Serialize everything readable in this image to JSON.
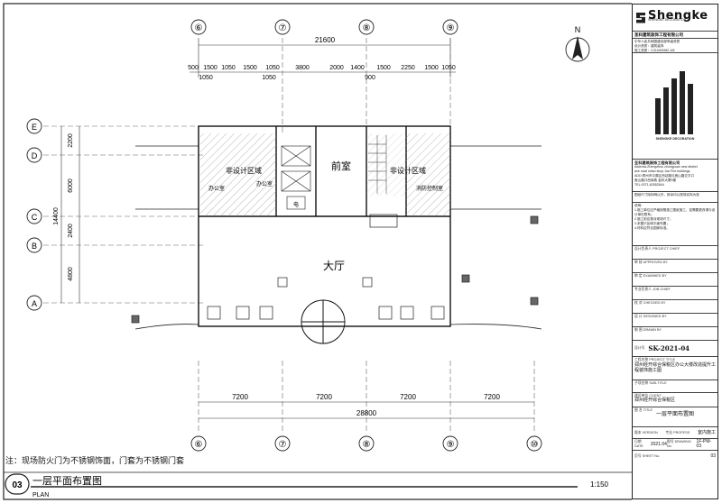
{
  "company": {
    "brand": "Shengke",
    "brand_sub": "SHENGKE DECORATION",
    "name_cn": "圣科建筑装饰工程有限公司",
    "name_en": "SHENGKE DECORATION",
    "lines": [
      "中华人民共和国建设部甲级资质",
      "设计资质：建筑装饰",
      "施工资质：C211063982-3/6"
    ],
    "address": [
      "圣科建筑装饰工程有限公司",
      "Address:Zhengzhou zhongyuan new district",
      "ave road milan shop Jiar Fire buildings",
      "ADD:郑州市中原区西站路与嵩山路交叉口",
      "嵩山路口西南角 金科大厦5楼",
      "TEL:0371-62552844"
    ],
    "remark": "图纸尺寸除标明以外，其余均以现场实际为准"
  },
  "notes_block": [
    "说明：",
    "1.施工单位应严格按照施工图纸施工，如需要更改请与设计单位联系；",
    "2.施工前应核对现场尺寸；",
    "3.本图只反映平面布置；",
    "4.材料应符合国家标准。"
  ],
  "fields": [
    {
      "label": "设计负责人 PROJECT CHIEF",
      "value": ""
    },
    {
      "label": "审 核 APPROVED BY",
      "value": ""
    },
    {
      "label": "审 定 EXAMINED BY",
      "value": ""
    },
    {
      "label": "专业负责人 JOB CHIEF",
      "value": ""
    },
    {
      "label": "校 对 CHECKED BY",
      "value": ""
    },
    {
      "label": "设 计 DESIGNED BY",
      "value": ""
    },
    {
      "label": "制 图 DRAWN BY",
      "value": ""
    }
  ],
  "drawing_no_label": "设计号",
  "drawing_no": "SK-2021-04",
  "project_label": "工程名称 PROJECT TITLE",
  "project_name": "郑州经开综合保税区办公大楼改造提升工程装饰施工图",
  "sub_label": "子项名称 SUB-TITLE",
  "client_label": "建设单位 CLIENT",
  "client_name": "郑州经开综合保税区",
  "figure_label": "图 名 TITLE",
  "figure_name": "一层平面布置图",
  "version_label": "版本 VERSION",
  "stage_label": "专业 PROFESS",
  "stage_value": "室内施工",
  "date_label": "日期 DATE",
  "date_value": "2021.04",
  "sheet_label": "图号 DRAWING No.",
  "sheet_value": "1F-PM-03",
  "page_label": "页号 SHEET No.",
  "page_value": "03",
  "plan": {
    "north": "N",
    "grid_top": [
      "⑥",
      "⑦",
      "⑧",
      "⑨"
    ],
    "grid_bottom": [
      "⑥",
      "⑦",
      "⑧",
      "⑨",
      "⑩"
    ],
    "grid_left": [
      "E",
      "D",
      "C",
      "B",
      "A"
    ],
    "dim_total_top": "21600",
    "dims_top": [
      "500",
      "1500",
      "1050",
      "1500",
      "1050",
      "3800",
      "2000",
      "1400",
      "1500",
      "2250",
      "1500",
      "1050"
    ],
    "dims_top_small": [
      "1050",
      "1050",
      "900"
    ],
    "dims_bottom": [
      "7200",
      "7200",
      "7200",
      "7200"
    ],
    "dim_total_bottom": "28800",
    "dims_left": [
      "2200",
      "6000",
      "14400",
      "2400",
      "4800"
    ],
    "rooms": {
      "lobby": "大厅",
      "front_room": "前室",
      "non_design_left": "非设计区域",
      "non_design_right": "非设计区域",
      "office1": "办公室",
      "office2": "办公室",
      "fire_control": "消防控制室",
      "elevator_mark": "电"
    }
  },
  "note": "注：现场防火门为不锈钢饰面，门套为不锈钢门套",
  "sheet_title": {
    "number": "03",
    "title": "一层平面布置图",
    "title_en": "PLAN",
    "scale": "1:150"
  }
}
